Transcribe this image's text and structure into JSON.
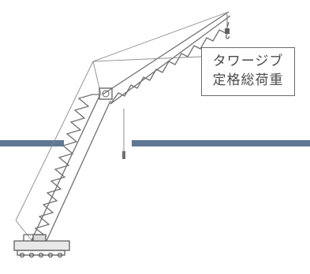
{
  "callout": {
    "line1": "タワージブ",
    "line2": "定格総荷重"
  },
  "colors": {
    "band": "#5f7894",
    "line": "#707070",
    "box_border": "#6a6a6a",
    "text": "#4a4a4a"
  },
  "icons": [
    "crawler-crane-illustration",
    "hook-icon"
  ]
}
